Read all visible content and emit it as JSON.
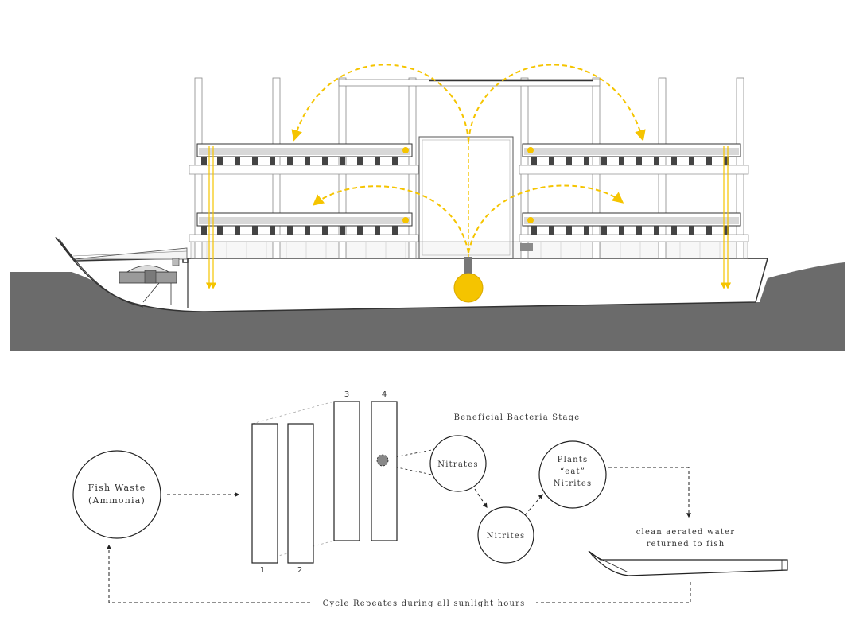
{
  "colors": {
    "water": "#6b6b6b",
    "accent_yellow": "#f5c400",
    "line": "#333333",
    "pale_fill": "#d8d8d8"
  },
  "labels": {
    "fish_waste_line1": "Fish Waste",
    "fish_waste_line2": "(Ammonia)",
    "bacteria_stage": "Beneficial Bacteria Stage",
    "nitrates": "Nitrates",
    "nitrites": "Nitrites",
    "plants_line1": "Plants",
    "plants_line2": "“eat”",
    "plants_line3": "Nitrites",
    "clean_water_line1": "clean aerated water",
    "clean_water_line2": "returned to fish",
    "cycle": "Cycle Repeates during all sunlight hours"
  },
  "filters": [
    {
      "number": "1"
    },
    {
      "number": "2"
    },
    {
      "number": "3"
    },
    {
      "number": "4"
    }
  ]
}
